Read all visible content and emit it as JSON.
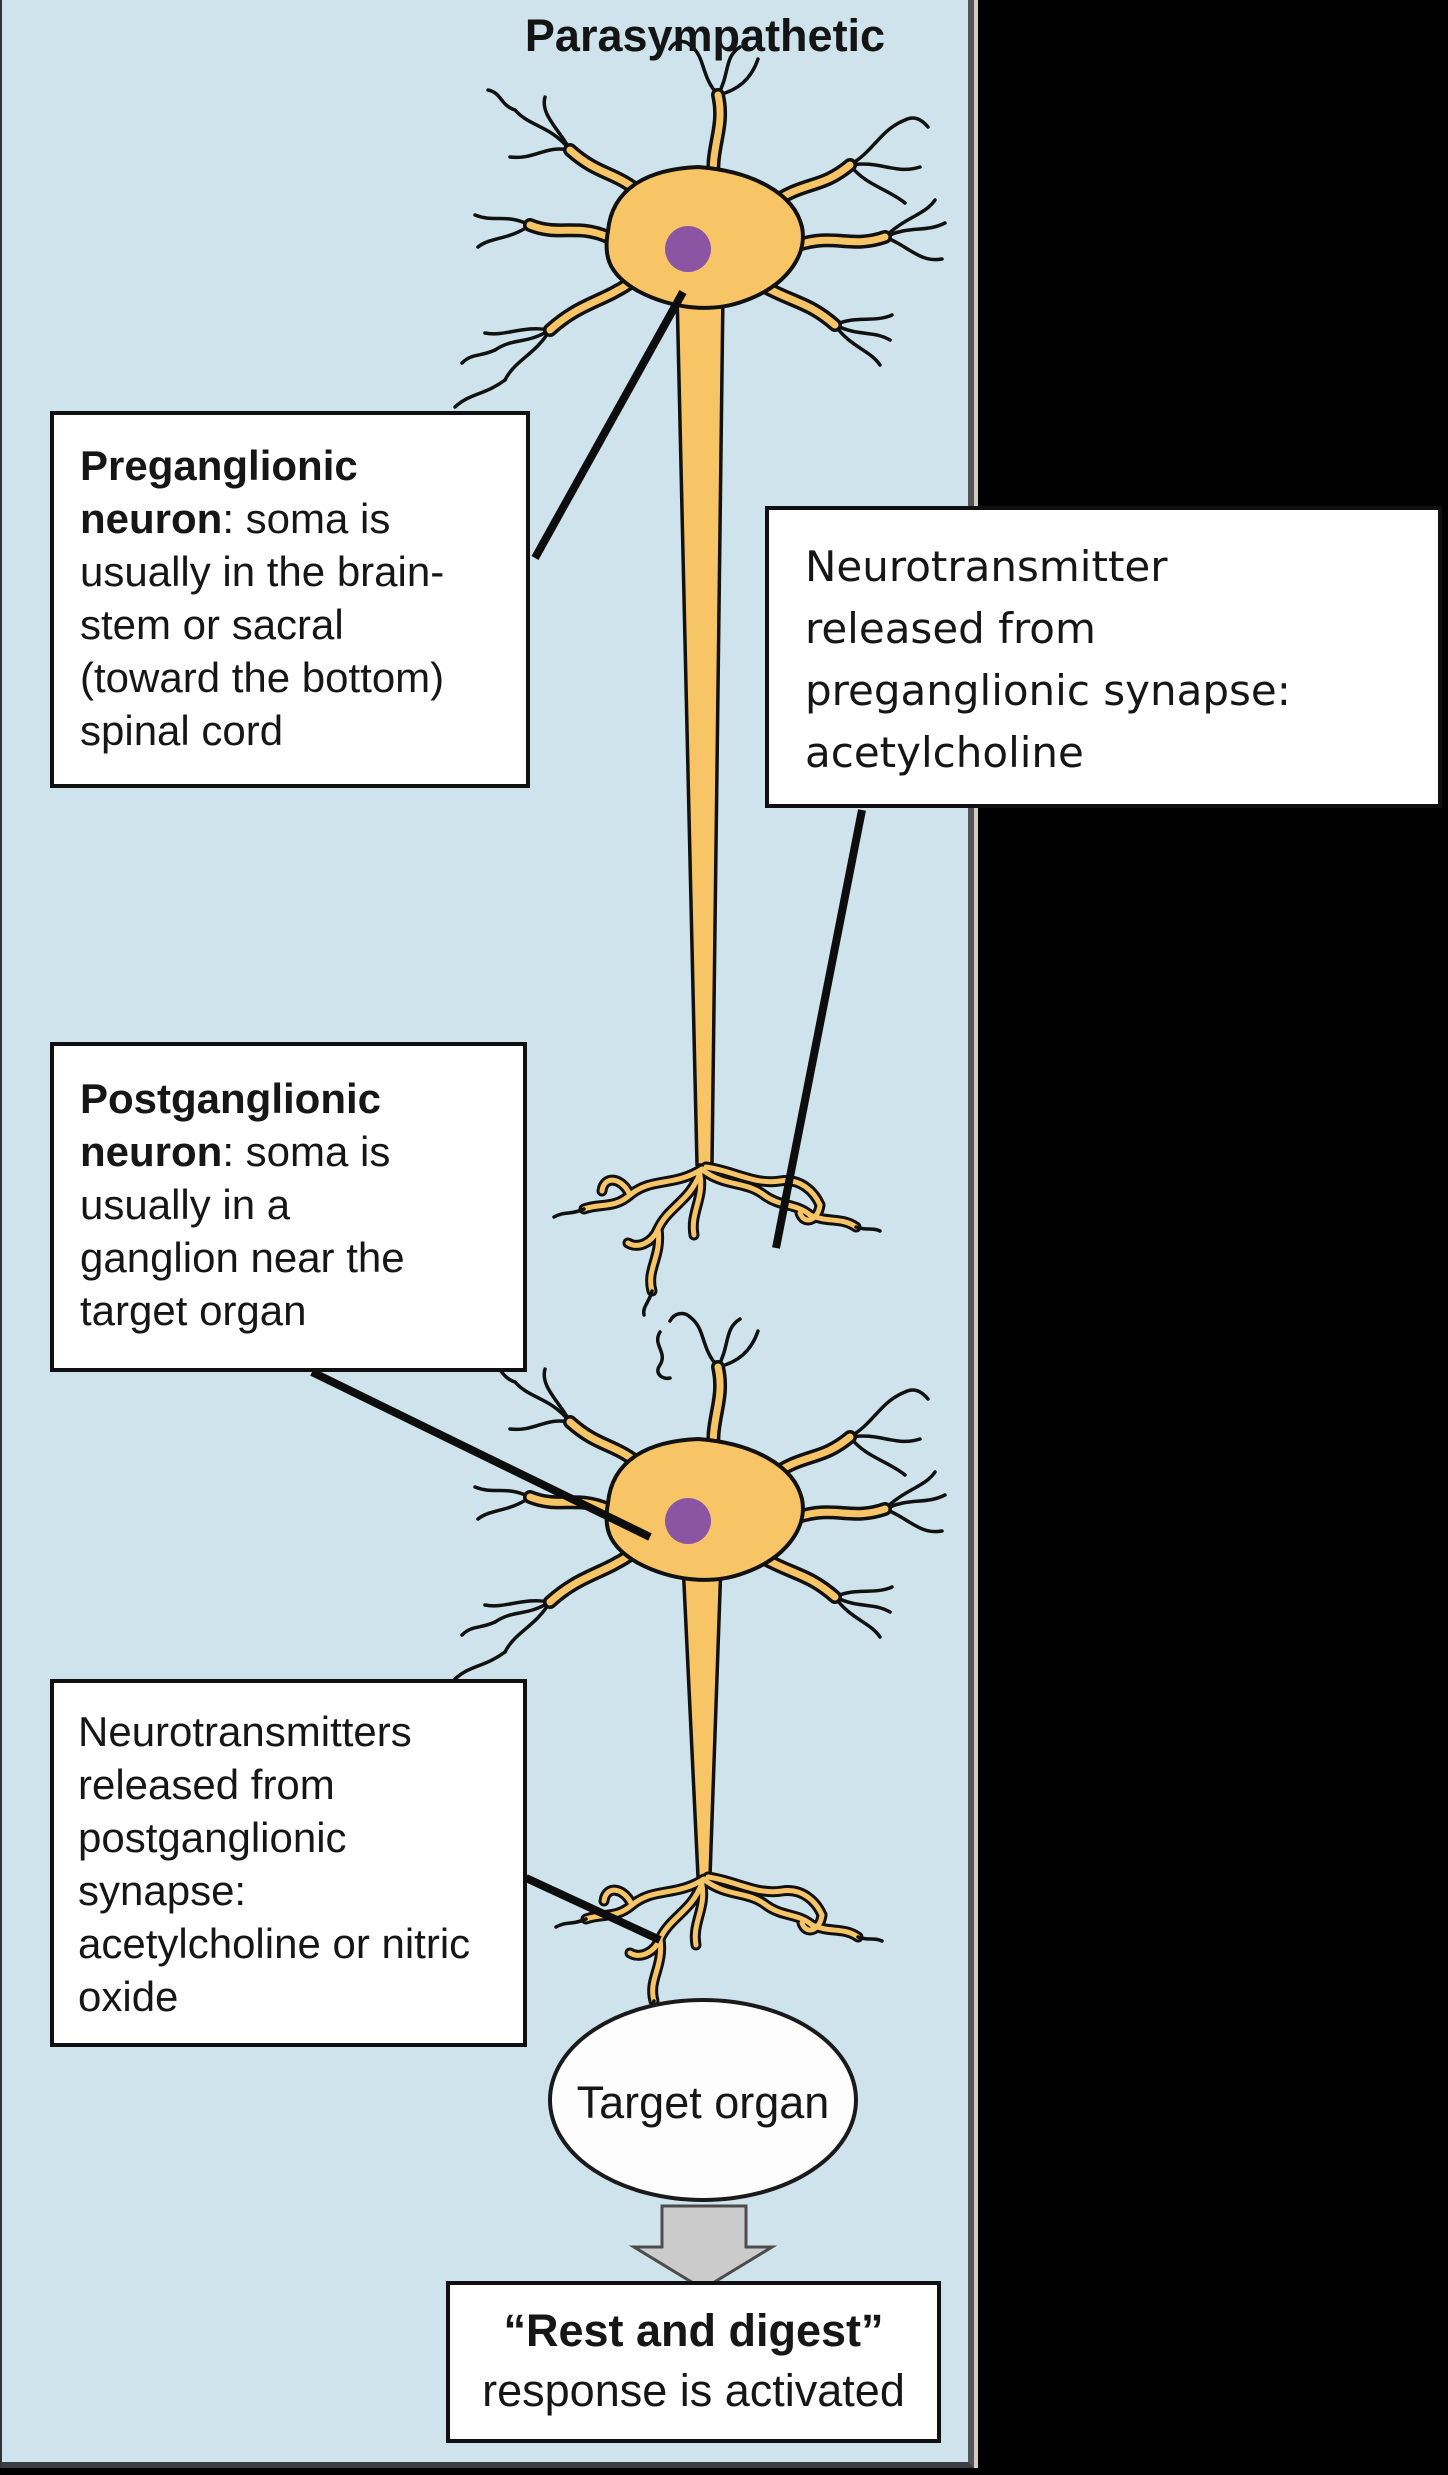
{
  "title": "Parasympathetic",
  "colors": {
    "panel_blue": "#cfe3ec",
    "neuron_orange": "#f8c566",
    "nucleus_purple": "#8b55a4",
    "arrow_gray": "#cbcbcb"
  },
  "boxes": {
    "preganglionic": {
      "lines": [
        {
          "b": "Preganglionic",
          "r": ""
        },
        {
          "b": "neuron",
          "r": ": soma is"
        },
        {
          "b": "",
          "r": "usually in the brain-"
        },
        {
          "b": "",
          "r": "stem or sacral"
        },
        {
          "b": "",
          "r": "(toward the bottom)"
        },
        {
          "b": "",
          "r": "spinal cord"
        }
      ]
    },
    "neurotransmitter_pre": {
      "lines": [
        "Neurotransmitter",
        "released from",
        "preganglionic synapse:",
        "acetylcholine"
      ]
    },
    "postganglionic": {
      "lines": [
        {
          "b": "Postganglionic",
          "r": ""
        },
        {
          "b": "neuron",
          "r": ": soma is"
        },
        {
          "b": "",
          "r": "usually in a"
        },
        {
          "b": "",
          "r": "ganglion near the"
        },
        {
          "b": "",
          "r": "target organ"
        }
      ]
    },
    "neurotransmitter_post": {
      "lines": [
        "Neurotransmitters",
        "released from",
        "postganglionic",
        "synapse:",
        "acetylcholine or nitric",
        "oxide"
      ]
    },
    "rest": {
      "lines": [
        {
          "b": "“Rest and digest”",
          "r": ""
        },
        {
          "b": "",
          "r": "response is activated"
        }
      ]
    }
  },
  "target_organ": {
    "label": "Target organ"
  }
}
